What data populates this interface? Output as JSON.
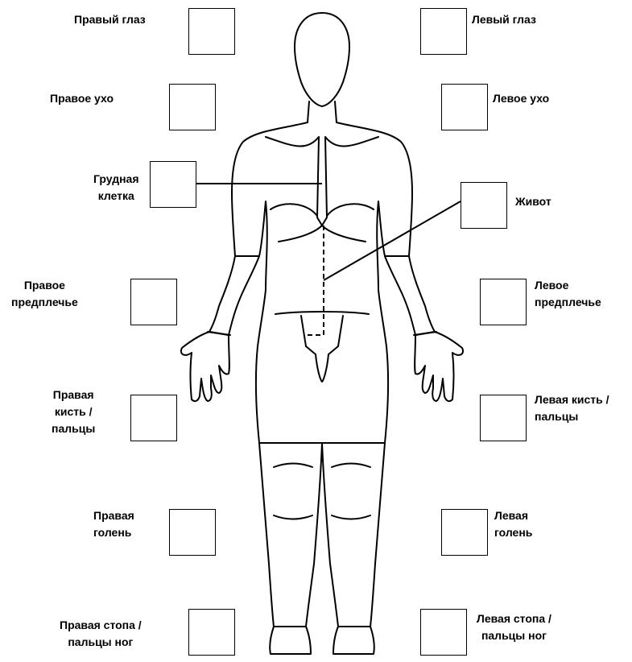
{
  "labels": {
    "right_eye": "Правый глаз",
    "left_eye": "Левый глаз",
    "right_ear": "Правое ухо",
    "left_ear": "Левое ухо",
    "chest": "Грудная\nклетка",
    "abdomen": "Живот",
    "right_forearm": "Правое\nпредплечье",
    "left_forearm": "Левое\nпредплечье",
    "right_hand": "Правая\nкисть /\nпальцы",
    "left_hand": "Левая кисть /\nпальцы",
    "right_shin": "Правая\nголень",
    "left_shin": "Левая\nголень",
    "right_foot": "Правая стопа /\nпальцы ног",
    "left_foot": "Левая стопа /\nпальцы ног"
  }
}
